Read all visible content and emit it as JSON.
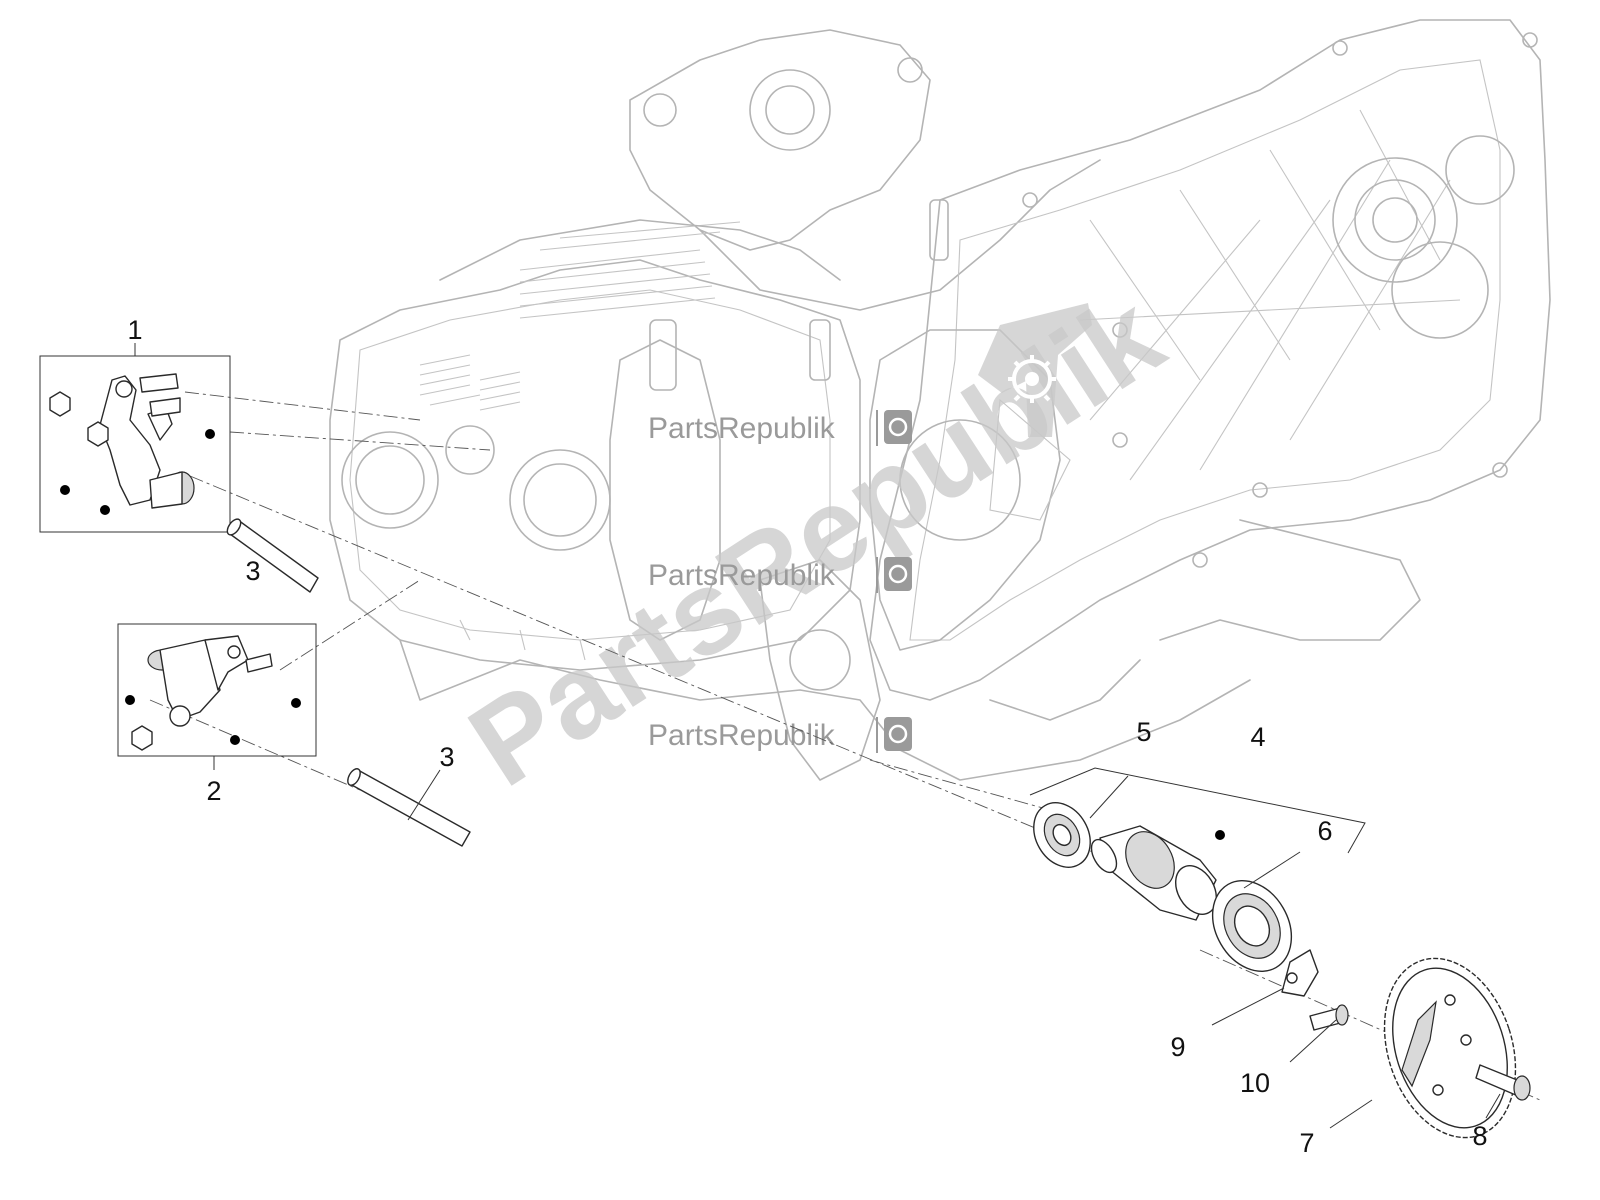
{
  "watermark": {
    "brand": "PartsRepublik",
    "repeat_labels": [
      "PartsRepublik",
      "PartsRepublik",
      "PartsRepublik"
    ],
    "logo_icon": "gear-wrench-icon"
  },
  "callouts": [
    {
      "id": "1",
      "label": "1"
    },
    {
      "id": "2",
      "label": "2"
    },
    {
      "id": "3a",
      "label": "3"
    },
    {
      "id": "3b",
      "label": "3"
    },
    {
      "id": "4",
      "label": "4"
    },
    {
      "id": "5",
      "label": "5"
    },
    {
      "id": "6",
      "label": "6"
    },
    {
      "id": "7",
      "label": "7"
    },
    {
      "id": "8",
      "label": "8"
    },
    {
      "id": "9",
      "label": "9"
    },
    {
      "id": "10",
      "label": "10"
    }
  ]
}
